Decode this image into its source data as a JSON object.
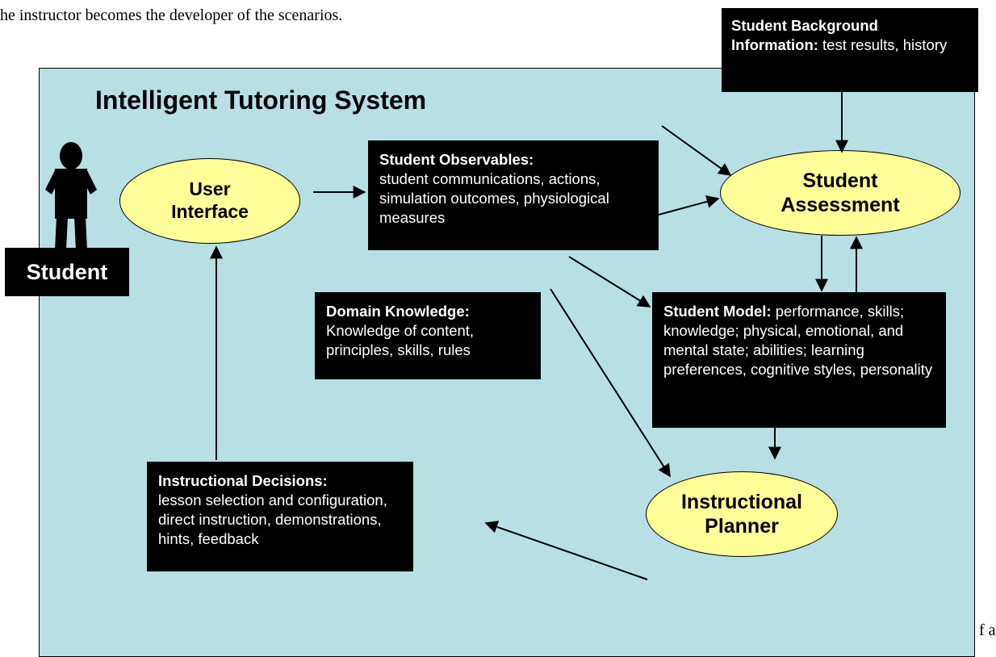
{
  "page": {
    "top_text": "he instructor becomes the developer of the scenarios.",
    "stray_text": "f a"
  },
  "diagram": {
    "title": "Intelligent Tutoring System",
    "student_label": "Student",
    "ellipses": {
      "user_interface": [
        "User",
        "Interface"
      ],
      "student_assessment": [
        "Student",
        "Assessment"
      ],
      "instructional_planner": [
        "Instructional",
        "Planner"
      ]
    },
    "boxes": {
      "background_info": {
        "heading": "Student Background Information:",
        "body": " test results, history"
      },
      "observables": {
        "heading": "Student Observables:",
        "body": "student communications, actions, simulation outcomes, physiological measures"
      },
      "domain_knowledge": {
        "heading": "Domain Knowledge:",
        "body": "Knowledge of content, principles, skills, rules"
      },
      "student_model": {
        "heading": "Student Model:",
        "body": " performance, skills; knowledge; physical, emotional, and mental state; abilities; learning preferences, cognitive styles, personality"
      },
      "instructional_decisions": {
        "heading": "Instructional Decisions:",
        "body": "lesson selection and configuration, direct instruction, demonstrations, hints, feedback"
      }
    }
  },
  "colors": {
    "frame_bg": "#b8dfe4",
    "ellipse_fill": "#ffff99",
    "box_fill": "#000000",
    "box_text": "#ffffff"
  }
}
